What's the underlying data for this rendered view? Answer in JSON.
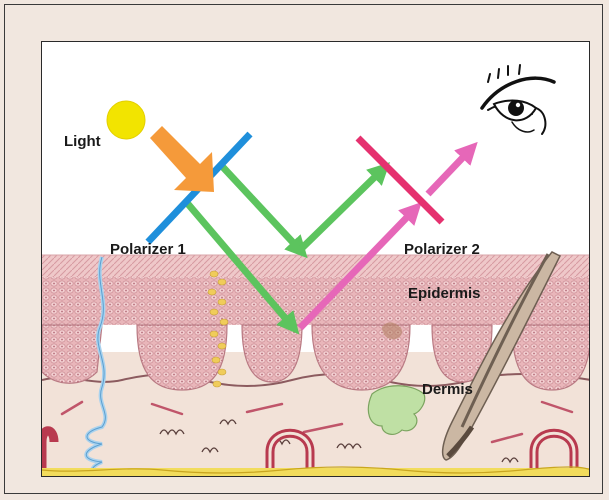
{
  "labels": {
    "light": "Light",
    "polarizer1": "Polarizer 1",
    "polarizer2": "Polarizer 2",
    "epidermis": "Epidermis",
    "dermis": "Dermis"
  },
  "colors": {
    "background": "#f1e7df",
    "sun": "#f2e400",
    "incident_arrow": "#f59a3a",
    "polarizer1": "#1f8fdb",
    "polarizer2": "#e5316f",
    "reflected_light": "#5cc45e",
    "polarized_light": "#e667b8",
    "epidermis": "#e7b5b9",
    "dermis": "#f2e2d8",
    "hair": "#6e5f52",
    "gland": "#bfe0a4",
    "nerve": "#a9d2ee",
    "melanocytes": "#f0cc5a",
    "fat_layer": "#f2dc5c"
  },
  "icons": [
    "sun-icon",
    "eye-icon",
    "hair-follicle-icon"
  ]
}
